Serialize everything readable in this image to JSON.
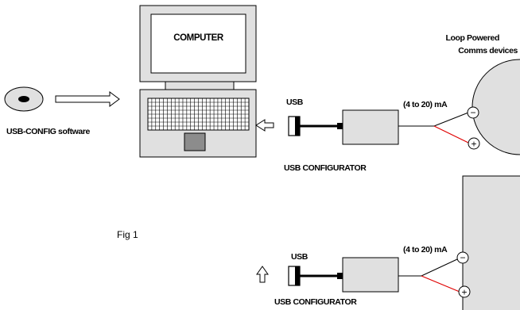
{
  "labels": {
    "computer": "COMPUTER",
    "software": "USB-CONFIG software",
    "usb_top": "USB",
    "usb_bottom": "USB",
    "configurator_top": "USB CONFIGURATOR",
    "configurator_bottom": "USB CONFIGURATOR",
    "current_top": "(4 to 20) mA",
    "current_bottom": "(4 to 20) mA",
    "loop_powered_line1": "Loop Powered",
    "loop_powered_line2": "Comms devices",
    "figure": "Fig 1",
    "terminal_minus": "−",
    "terminal_plus": "+"
  },
  "colors": {
    "device_fill": "#e0e0e0",
    "outline": "#000000",
    "positive_wire": "#e00000",
    "screen_fill": "#ffffff",
    "touchpad_fill": "#8c8c8c"
  }
}
